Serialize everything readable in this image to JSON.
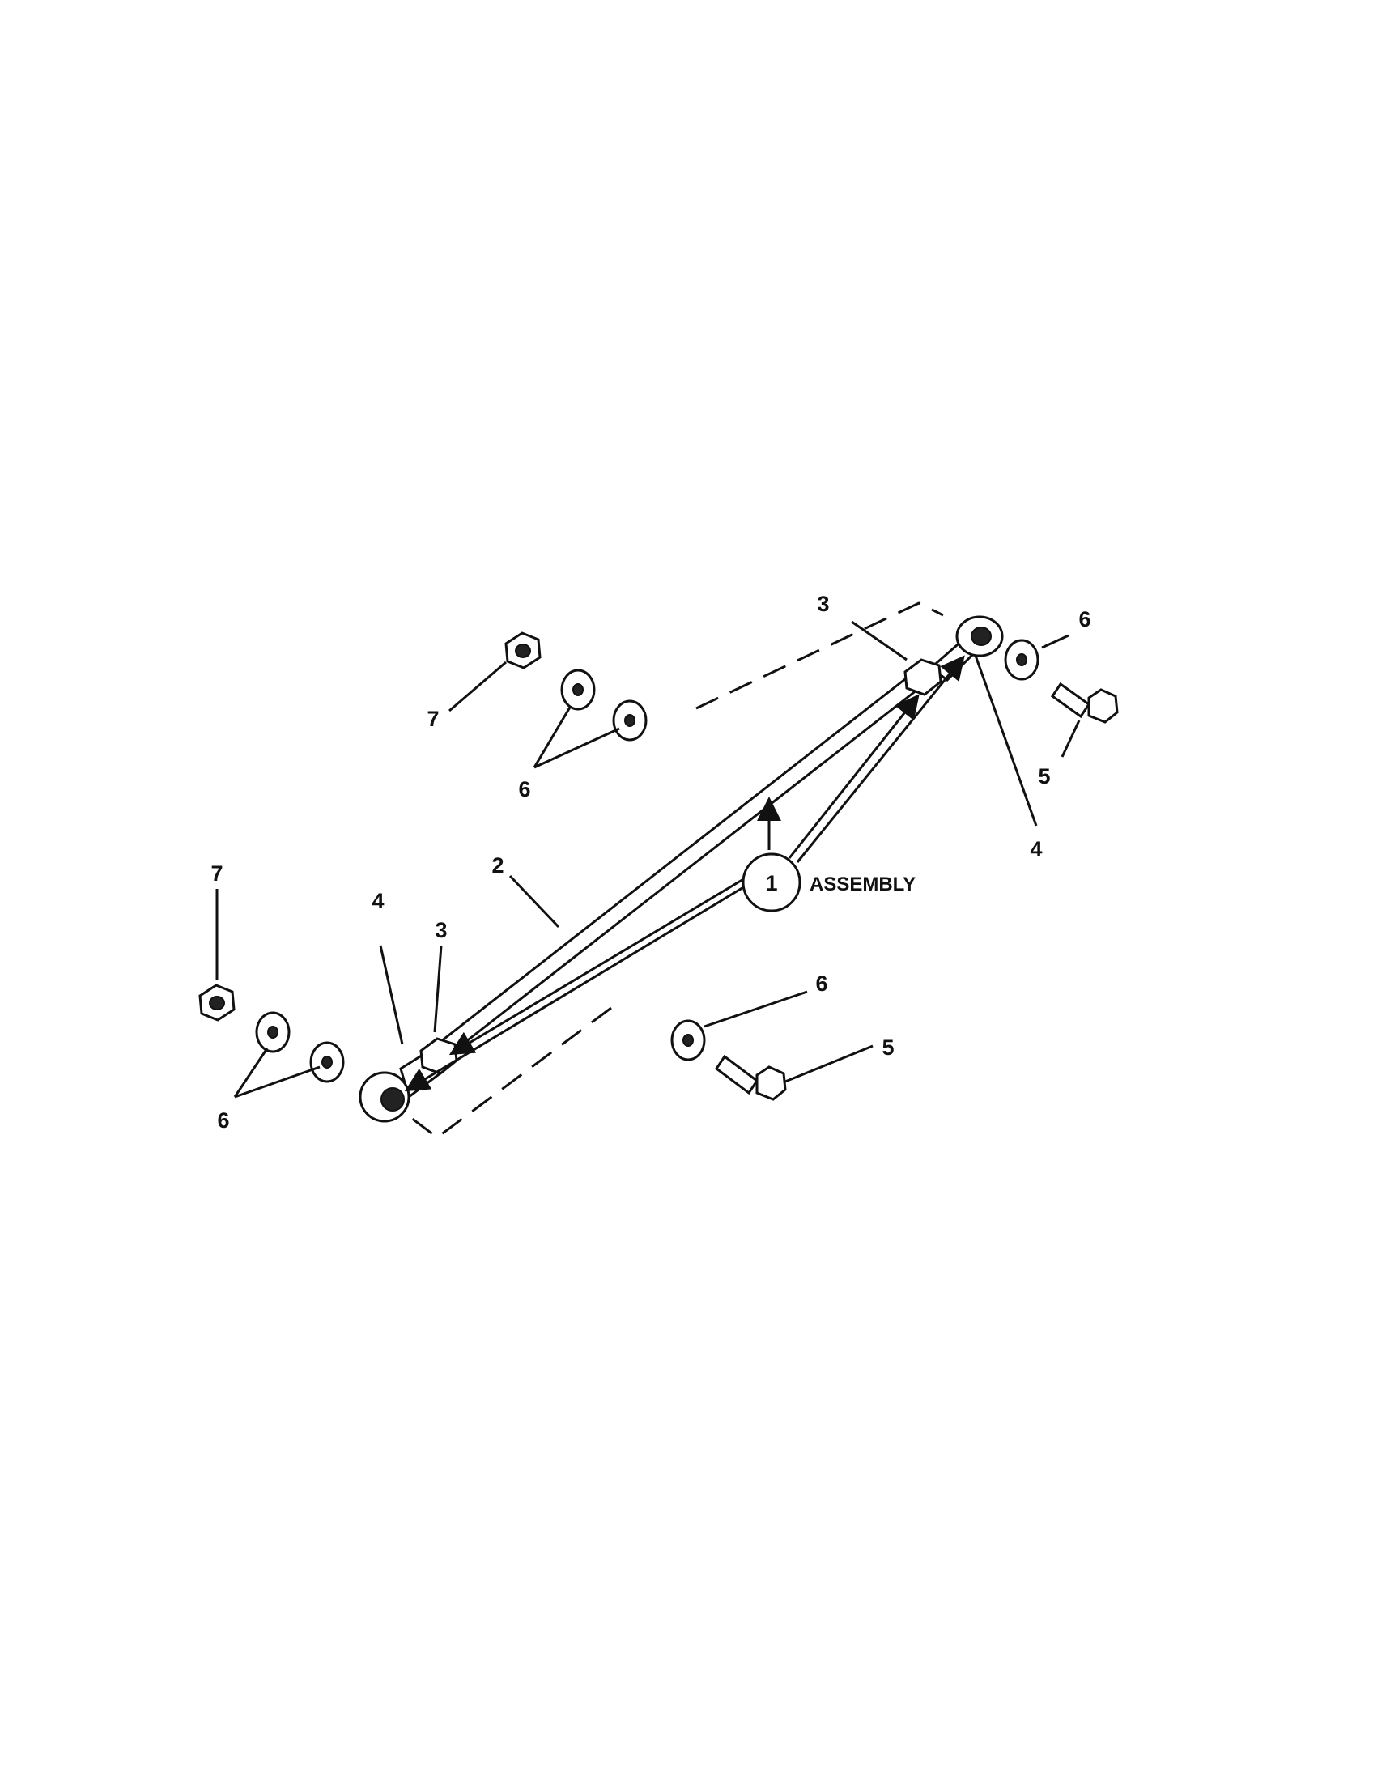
{
  "diagram": {
    "callouts": {
      "assembly_number": "1",
      "assembly_label": "ASSEMBLY",
      "tube": "2",
      "jam_nut_upper": "3",
      "jam_nut_lower": "3",
      "rod_end_upper": "4",
      "rod_end_lower": "4",
      "bolt_upper": "5",
      "bolt_lower": "5",
      "washer_upper_right": "6",
      "washer_upper_left_pair": "6",
      "washer_lower_right": "6",
      "washer_lower_left_pair": "6",
      "locknut_upper": "7",
      "locknut_lower": "7"
    }
  }
}
